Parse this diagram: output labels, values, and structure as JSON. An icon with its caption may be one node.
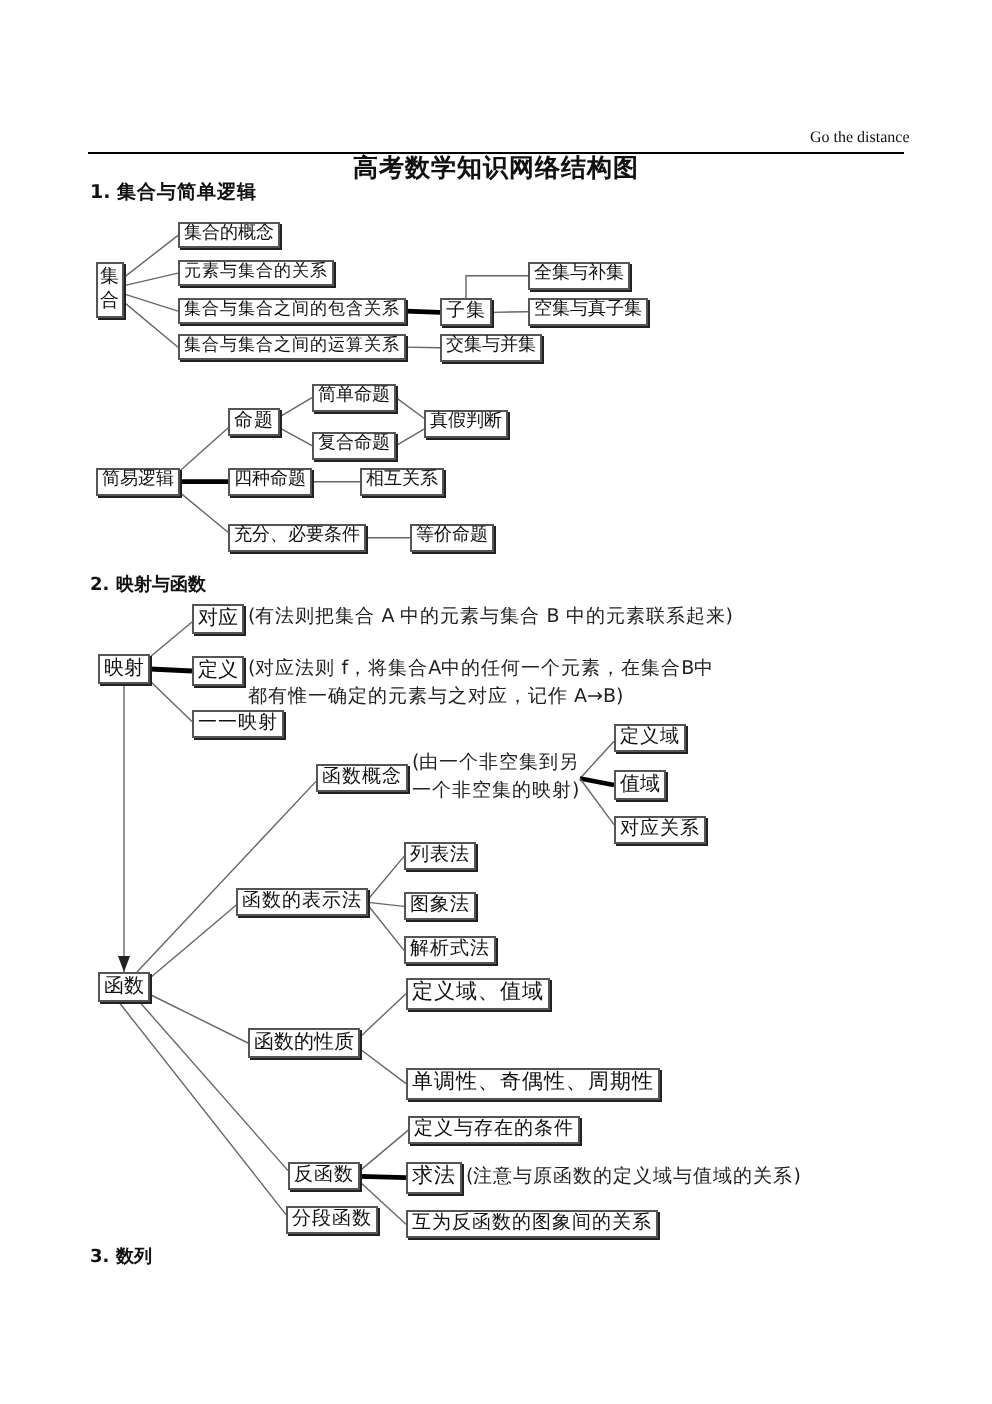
{
  "diagram": {
    "title": "高考数学知识网络结构图",
    "nodes": [
      {
        "text": [
          "集合"
        ]
      },
      {
        "text": [
          "集合的概念"
        ]
      },
      {
        "text": [
          "元素与集合的关系"
        ]
      },
      {
        "text": [
          "集合与集合之间的包含关系"
        ]
      },
      {
        "text": [
          "集合与集合之间的运算关系"
        ]
      },
      {
        "text": [
          "子集"
        ]
      },
      {
        "text": [
          "全集与补集"
        ]
      },
      {
        "text": [
          "空集与真子集"
        ]
      },
      {
        "text": [
          "交集与并集"
        ]
      },
      {
        "text": [
          "简易逻辑"
        ]
      },
      {
        "text": [
          "命题"
        ]
      },
      {
        "text": [
          "简单命题"
        ]
      },
      {
        "text": [
          "复合命题"
        ]
      },
      {
        "text": [
          "真假判断"
        ]
      },
      {
        "text": [
          "四种命题"
        ]
      },
      {
        "text": [
          "相互关系"
        ]
      },
      {
        "text": [
          "充分、必要条件"
        ]
      },
      {
        "text": [
          "等价命题"
        ]
      },
      {
        "text": [
          "映射"
        ]
      },
      {
        "text": [
          "对应"
        ],
        "beside": [
          "(有法则把集合 A 中的元素与集合 B 中的元素联系起来)"
        ]
      },
      {
        "text": [
          "定义"
        ],
        "beside": [
          "(对应法则 f，将集合A中的任何一个元素，在集合B中都有惟一确定的元素与之对应，记作 A→B)"
        ]
      },
      {
        "text": [
          "一一映射"
        ]
      },
      {
        "text": [
          "函数"
        ]
      },
      {
        "text": [
          "函数概念"
        ],
        "beside": [
          "(由一个非空集到另一个非空集的映射)"
        ]
      },
      {
        "text": [
          "定义域"
        ]
      },
      {
        "text": [
          "值域"
        ]
      },
      {
        "text": [
          "对应关系"
        ]
      },
      {
        "text": [
          "函数的表示法"
        ]
      },
      {
        "text": [
          "列表法"
        ]
      },
      {
        "text": [
          "图象法"
        ]
      },
      {
        "text": [
          "解析式法"
        ]
      },
      {
        "text": [
          "函数的性质"
        ]
      },
      {
        "text": [
          "定义域、值域"
        ]
      },
      {
        "text": [
          "单调性、奇偶性、周期性"
        ]
      },
      {
        "text": [
          "反函数"
        ]
      },
      {
        "text": [
          "定义与存在的条件"
        ]
      },
      {
        "text": [
          "求法"
        ],
        "beside": [
          "(注意与原函数的定义域与值域的关系)"
        ]
      },
      {
        "text": [
          "互为反函数的图象间的关系"
        ]
      },
      {
        "text": [
          "分段函数"
        ]
      }
    ],
    "edges": [
      {
        "from": 0,
        "to": 1,
        "arrow": "none"
      },
      {
        "from": 0,
        "to": 2,
        "arrow": "none"
      },
      {
        "from": 0,
        "to": 3,
        "arrow": "none"
      },
      {
        "from": 0,
        "to": 4,
        "arrow": "none"
      },
      {
        "from": 3,
        "to": 5,
        "arrow": "none",
        "style": "thick",
        "color": "#000000"
      },
      {
        "from": 5,
        "to": 6,
        "arrow": "none"
      },
      {
        "from": 5,
        "to": 7,
        "arrow": "none"
      },
      {
        "from": 4,
        "to": 8,
        "arrow": "none"
      },
      {
        "from": 9,
        "to": 10,
        "arrow": "none"
      },
      {
        "from": 9,
        "to": 14,
        "arrow": "none",
        "style": "thick",
        "color": "#000000"
      },
      {
        "from": 9,
        "to": 16,
        "arrow": "none"
      },
      {
        "from": 10,
        "to": 11,
        "arrow": "none"
      },
      {
        "from": 10,
        "to": 12,
        "arrow": "none"
      },
      {
        "from": 11,
        "to": 13,
        "arrow": "none"
      },
      {
        "from": 12,
        "to": 13,
        "arrow": "none"
      },
      {
        "from": 14,
        "to": 15,
        "arrow": "none"
      },
      {
        "from": 16,
        "to": 17,
        "arrow": "none"
      },
      {
        "from": 18,
        "to": 19,
        "arrow": "none"
      },
      {
        "from": 18,
        "to": 20,
        "arrow": "none",
        "style": "thick",
        "color": "#000000"
      },
      {
        "from": 18,
        "to": 21,
        "arrow": "none"
      },
      {
        "from": 18,
        "to": 22,
        "arrow": "to"
      },
      {
        "from": 22,
        "to": 23,
        "arrow": "none"
      },
      {
        "from": 22,
        "to": 27,
        "arrow": "none"
      },
      {
        "from": 22,
        "to": 31,
        "arrow": "none"
      },
      {
        "from": 22,
        "to": 34,
        "arrow": "none"
      },
      {
        "from": 22,
        "to": 38,
        "arrow": "none"
      },
      {
        "from": 23,
        "to": 24,
        "arrow": "none"
      },
      {
        "from": 23,
        "to": 25,
        "arrow": "none",
        "style": "thick",
        "color": "#000000"
      },
      {
        "from": 23,
        "to": 26,
        "arrow": "none"
      },
      {
        "from": 27,
        "to": 28,
        "arrow": "none"
      },
      {
        "from": 27,
        "to": 29,
        "arrow": "none"
      },
      {
        "from": 27,
        "to": 30,
        "arrow": "none"
      },
      {
        "from": 31,
        "to": 32,
        "arrow": "none"
      },
      {
        "from": 31,
        "to": 33,
        "arrow": "none"
      },
      {
        "from": 34,
        "to": 35,
        "arrow": "none"
      },
      {
        "from": 34,
        "to": 36,
        "arrow": "none",
        "style": "thick",
        "color": "#000000"
      },
      {
        "from": 34,
        "to": 37,
        "arrow": "none"
      }
    ],
    "labels": [
      "Go the distance",
      "1. 集合与简单逻辑",
      "2. 映射与函数",
      "3. 数列"
    ]
  }
}
